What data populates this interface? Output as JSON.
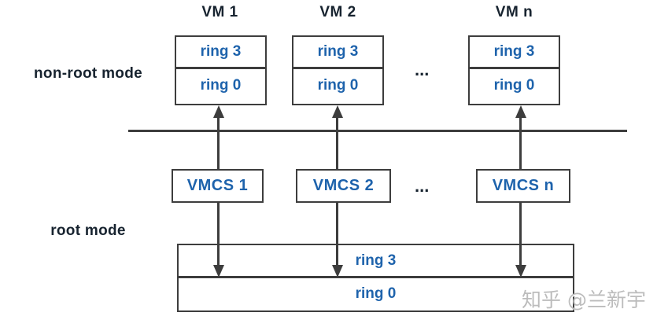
{
  "labels": {
    "non_root_mode": "non-root mode",
    "root_mode": "root mode"
  },
  "vms": [
    {
      "title": "VM 1",
      "ring_top": "ring 3",
      "ring_bottom": "ring 0",
      "vmcs": "VMCS 1"
    },
    {
      "title": "VM 2",
      "ring_top": "ring 3",
      "ring_bottom": "ring 0",
      "vmcs": "VMCS 2"
    },
    {
      "title": "VM n",
      "ring_top": "ring 3",
      "ring_bottom": "ring 0",
      "vmcs": "VMCS n"
    }
  ],
  "ellipsis_top": "...",
  "ellipsis_middle": "...",
  "host": {
    "ring_top": "ring 3",
    "ring_bottom": "ring 0"
  },
  "watermark": "知乎 @兰新宇",
  "colors": {
    "accent_blue": "#1e63ac",
    "line_dark": "#3d3d3d",
    "text_dark": "#17232f",
    "watermark_gray": "#bcbcbc"
  }
}
